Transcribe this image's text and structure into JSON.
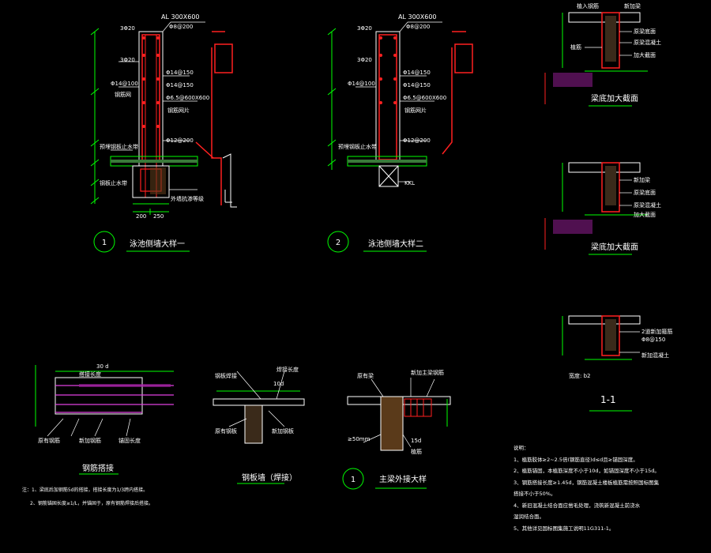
{
  "detail1": {
    "number": "1",
    "title": "泳池侧墙大样一",
    "beam_label": "AL 300X600",
    "stirrup_top": "Φ8@200",
    "bar_top1": "3Φ20",
    "bar_top2": "3Φ20",
    "bar_a": "Φ14@150",
    "bar_b": "Φ14@150",
    "bar_c": "Φ14@100",
    "label_c": "钢筋网",
    "bar_d": "Φ6.5@600X600",
    "label_d": "钢筋网片",
    "bar_e": "Φ12@200",
    "label_seal": "预埋钢板止水带",
    "label_bottom": "外墙抗渗等级",
    "dim_1": "200",
    "dim_2": "250",
    "note_bottom": "钢板止水带"
  },
  "detail2": {
    "number": "2",
    "title": "泳池侧墙大样二",
    "beam_label": "AL 300X600",
    "stirrup_top": "Φ8@200",
    "bar_top1": "3Φ20",
    "bar_top2": "3Φ20",
    "bar_a": "Φ14@150",
    "bar_b": "Φ14@150",
    "bar_c": "Φ14@100",
    "bar_d": "Φ6.5@600X600",
    "label_d": "钢筋网片",
    "bar_e": "Φ12@200",
    "label_seal": "预埋钢板止水带",
    "label_kl": "KKL"
  },
  "section_top": {
    "title": "梁底加大截面",
    "labels": [
      "植入钢筋",
      "新加梁",
      "原梁底面",
      "原梁混凝土",
      "加大截面",
      "植筋"
    ]
  },
  "section_mid": {
    "title": "梁底加大截面",
    "labels": [
      "新加梁",
      "原梁底面",
      "原梁混凝土",
      "加大截面"
    ]
  },
  "section_11": {
    "title": "1-1",
    "labels": [
      "2道新加箍筋",
      "Φ8@150",
      "新加混凝土",
      "宽度: b2"
    ]
  },
  "rebar_lap": {
    "title": "钢筋搭接",
    "labels": [
      "30 d",
      "搭接长度",
      "原有钢筋",
      "新加钢筋",
      "锚固长度"
    ],
    "notes": [
      "注：1、梁底后加钢筋5d的搭接，搭接长度为1/3跨内搭接。",
      "2、钢筋锚固长度≥1/L，并锚固于，原有钢筋焊接后搭接。"
    ]
  },
  "steel_plate": {
    "title": "钢板墙（焊接）",
    "labels": [
      "钢板焊接",
      "10d",
      "焊接长度",
      "原有钢板",
      "新加钢板"
    ]
  },
  "beam_detail": {
    "number": "1",
    "title": "主梁外接大样",
    "labels": [
      "新加主梁钢筋",
      "原有梁",
      "≥50mm",
      "15d",
      "植筋"
    ]
  },
  "notes": {
    "heading": "说明：",
    "items": [
      "1、植筋胶体≥2~2.5倍(钢筋直径)d≤d且≥锚固深度。",
      "2、植筋锚固，本植筋深度不小于10d，如锚固深度不小于15d。",
      "3、钢筋搭接长度≥1.45d，钢筋混凝土楼板植筋需按照国标图集",
      "   搭接不小于50%。",
      "4、新旧混凝土结合面应凿毛处理，浇筑新混凝土前浇水",
      "   湿润结合面。",
      "5、其他详见国标图集施工说明11G311-1。"
    ]
  }
}
